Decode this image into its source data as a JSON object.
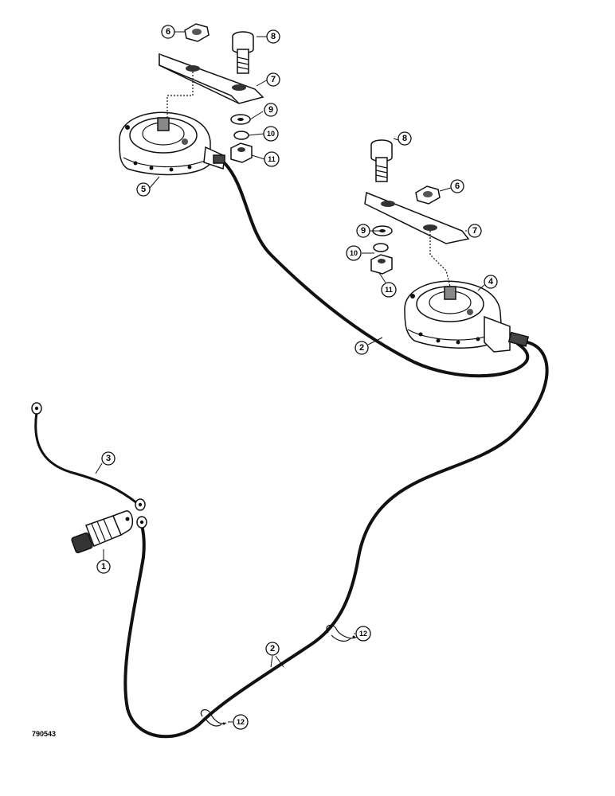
{
  "drawing_code": "790543",
  "callouts": [
    "1",
    "2",
    "3",
    "4",
    "5",
    "6",
    "7",
    "8",
    "9",
    "10",
    "11",
    "12"
  ],
  "colors": {
    "ink": "#111111",
    "paper": "#ffffff"
  },
  "parts": {
    "horn_left": "horn",
    "horn_right": "horn",
    "switch": "pressure-switch",
    "hardware": [
      "nut-6",
      "strap-7",
      "bolt-8",
      "washer-9",
      "lockwasher-10",
      "nut-11",
      "clip-12"
    ]
  }
}
